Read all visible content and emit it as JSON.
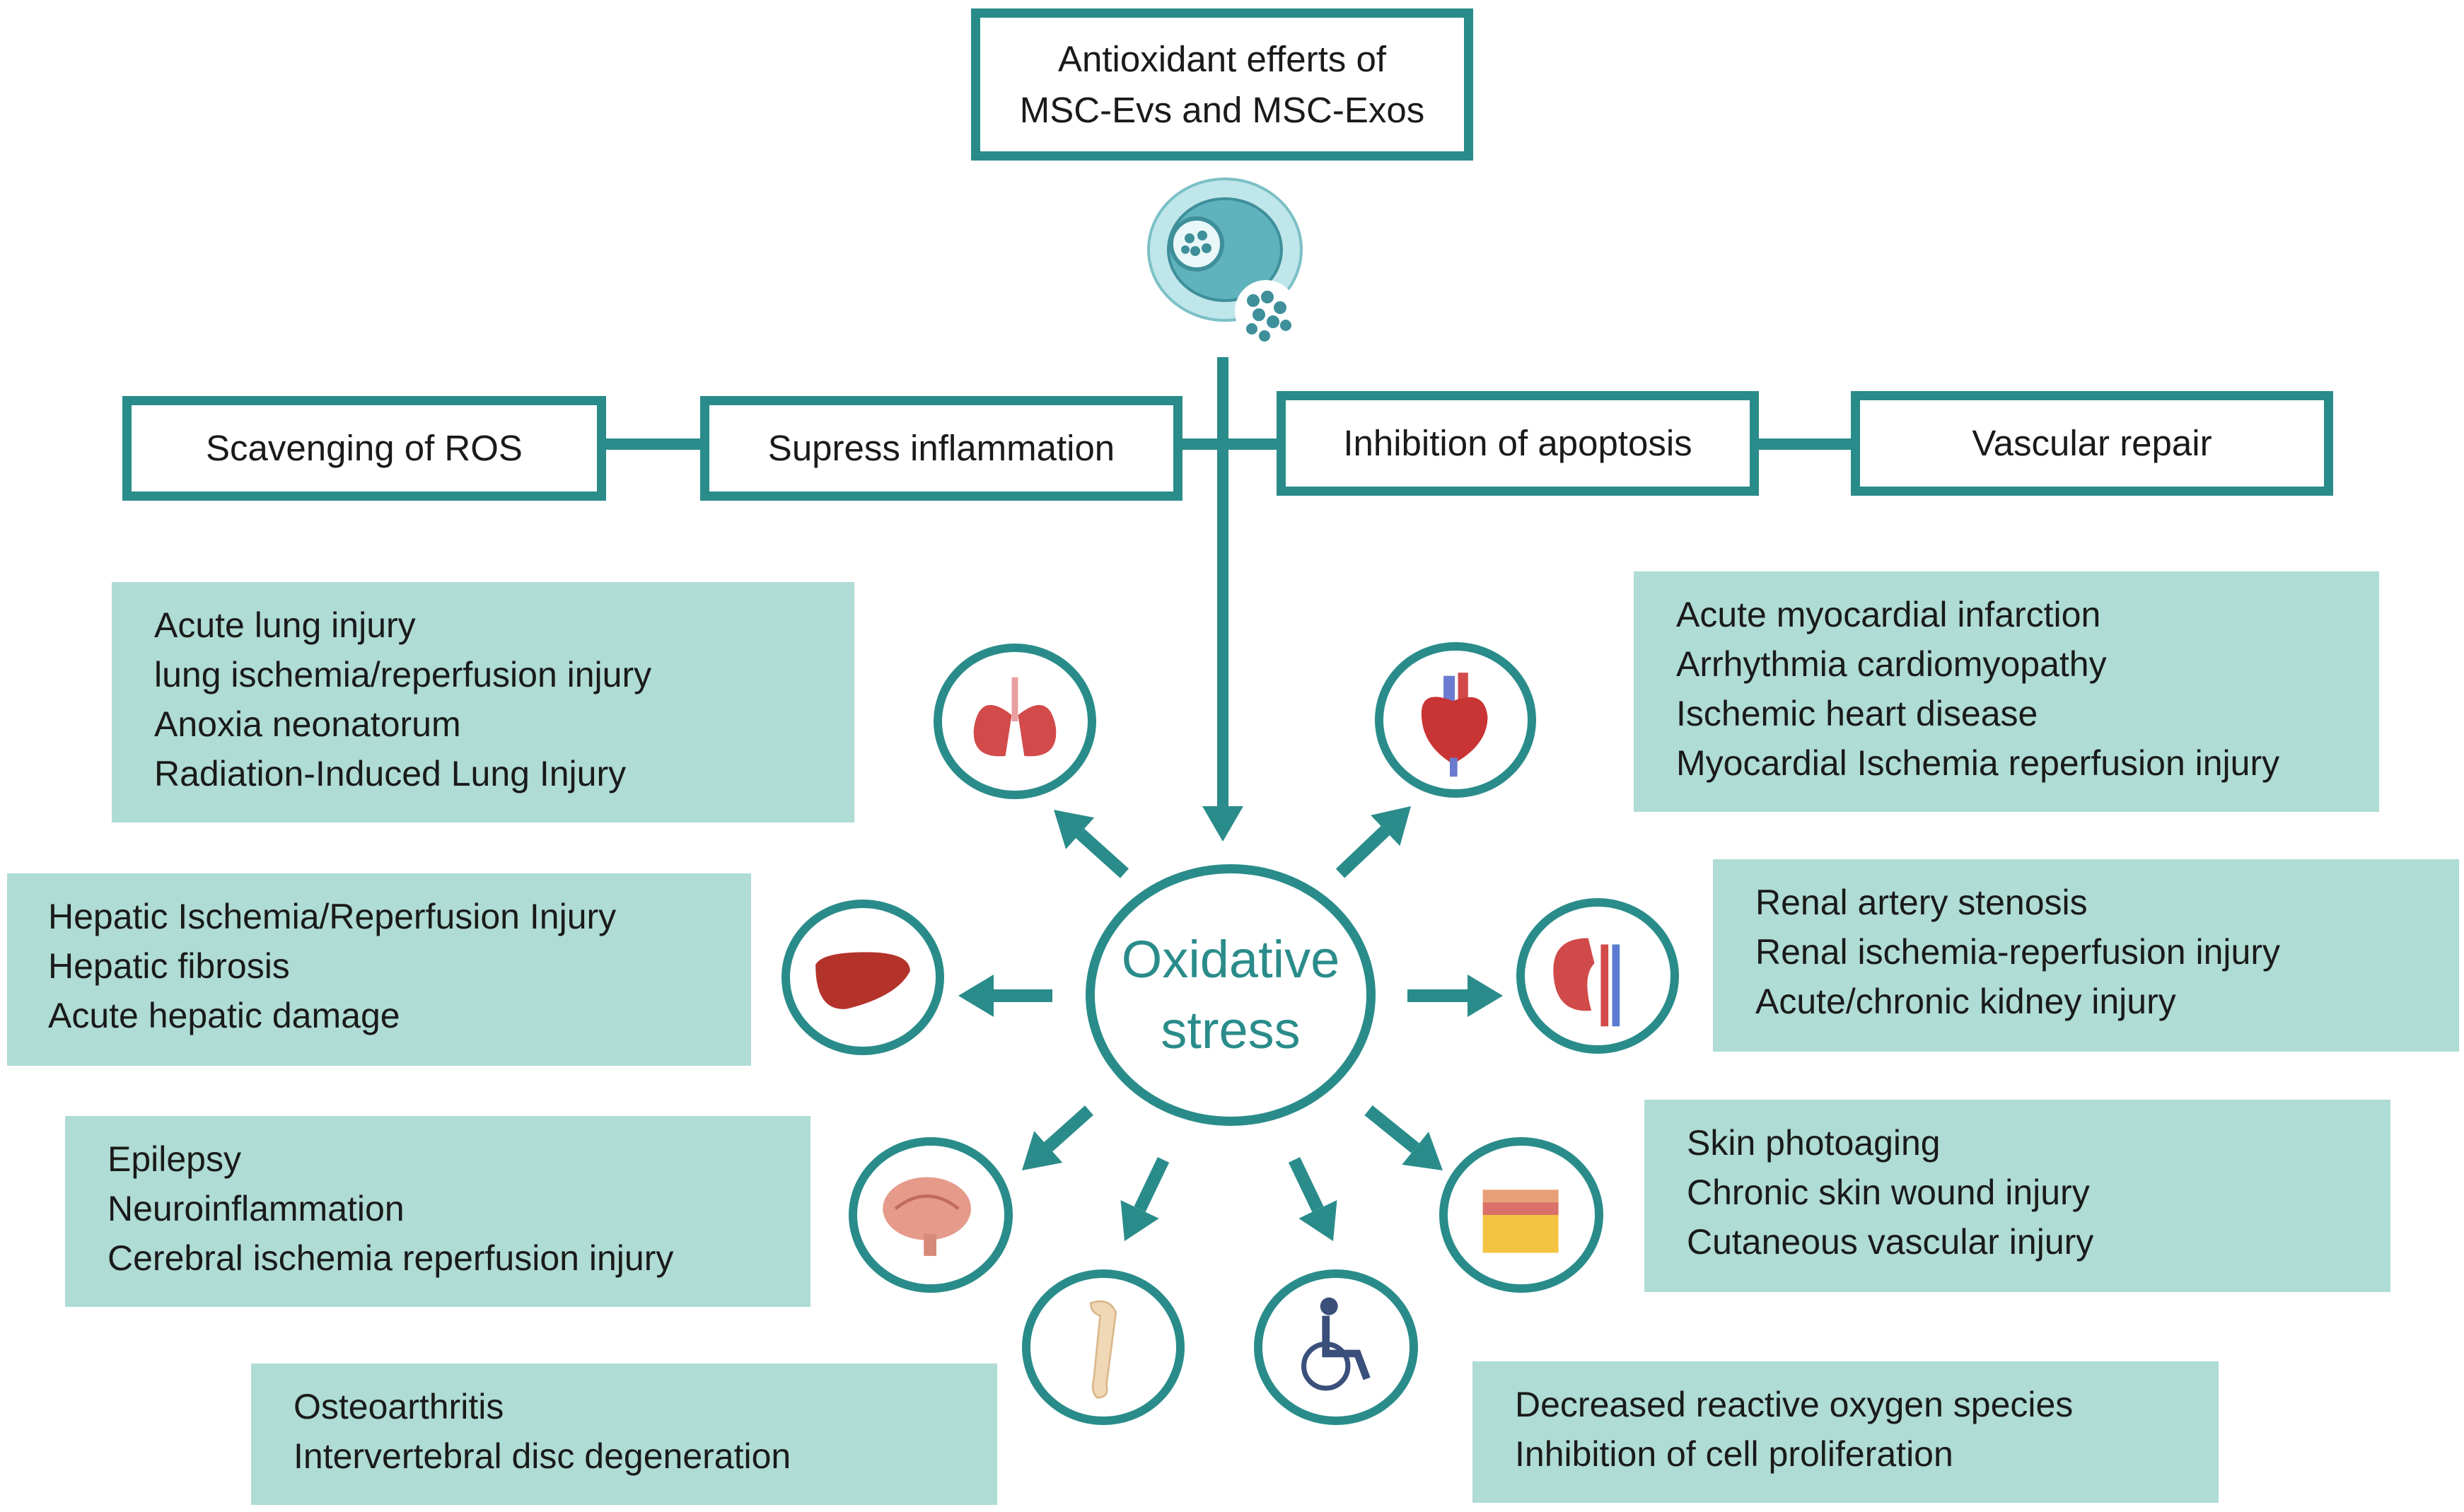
{
  "colors": {
    "teal": "#2a8c8a",
    "box_fill": "#afdcd5",
    "cell_fill": "#8ecfd0"
  },
  "header": {
    "line1": "Antioxidant efferts of",
    "line2": "MSC-Evs and MSC-Exos"
  },
  "mechanisms": {
    "scavenging": "Scavenging of ROS",
    "inflammation": "Supress inflammation",
    "apoptosis": "Inhibition of apoptosis",
    "vascular": "Vascular repair"
  },
  "center": {
    "line1": "Oxidative",
    "line2": "stress"
  },
  "icons": {
    "cell": "msc-cell-icon",
    "lung": "lungs-icon",
    "heart": "heart-icon",
    "liver": "liver-icon",
    "kidney": "kidney-icon",
    "brain": "brain-icon",
    "skin": "skin-icon",
    "bone": "bone-icon",
    "wheelchair": "wheelchair-icon"
  },
  "boxes": {
    "lung": [
      "Acute lung injury",
      "lung ischemia/reperfusion injury",
      "Anoxia neonatorum",
      "Radiation-Induced Lung Injury"
    ],
    "heart": [
      "Acute myocardial infarction",
      "Arrhythmia cardiomyopathy",
      "Ischemic heart disease",
      "Myocardial Ischemia reperfusion injury"
    ],
    "liver": [
      "Hepatic Ischemia/Reperfusion Injury",
      "Hepatic fibrosis",
      "Acute hepatic damage"
    ],
    "kidney": [
      "Renal artery stenosis",
      "Renal ischemia-reperfusion injury",
      "Acute/chronic kidney injury"
    ],
    "brain": [
      "Epilepsy",
      "Neuroinflammation",
      "Cerebral ischemia reperfusion injury"
    ],
    "skin": [
      "Skin photoaging",
      "Chronic skin wound injury",
      "Cutaneous vascular injury"
    ],
    "bone": [
      "Osteoarthritis",
      "Intervertebral disc degeneration"
    ],
    "other": [
      "Decreased reactive oxygen species",
      "Inhibition of cell proliferation"
    ]
  }
}
